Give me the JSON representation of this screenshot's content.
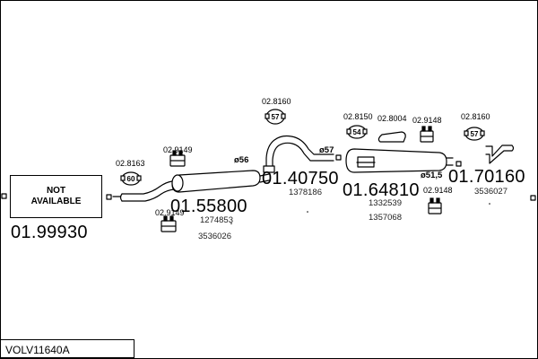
{
  "diagram": {
    "title": "VOLV11640A",
    "not_available_line1": "NOT",
    "not_available_line2": "AVAILABLE",
    "main_codes": {
      "front": "01.99930",
      "middle": "01.55800",
      "pipe": "01.40750",
      "rear_muffler": "01.64810",
      "tail": "01.70160"
    },
    "part_numbers": {
      "middle_1": "1274853",
      "middle_2": "3536026",
      "pipe": "1378186",
      "rear_1": "1332539",
      "rear_2": "1357068",
      "tail": "3536027"
    },
    "diameters": {
      "d56": "ø56",
      "d57": "ø57",
      "d51_5": "ø51,5"
    },
    "fittings": {
      "clamp_left": {
        "code": "02.8163",
        "num": "60"
      },
      "hanger_top_left": {
        "code": "02.9149"
      },
      "hanger_bottom_left": {
        "code": "02.9149"
      },
      "clamp_mid": {
        "code": "02.8160",
        "num": "57"
      },
      "clamp_rear": {
        "code": "02.8150",
        "num": "54"
      },
      "gasket": {
        "code": "02.8004"
      },
      "hanger_top_right": {
        "code": "02.9148"
      },
      "hanger_bottom_right": {
        "code": "02.9148"
      },
      "clamp_tail": {
        "code": "02.8160",
        "num": "57"
      }
    }
  }
}
